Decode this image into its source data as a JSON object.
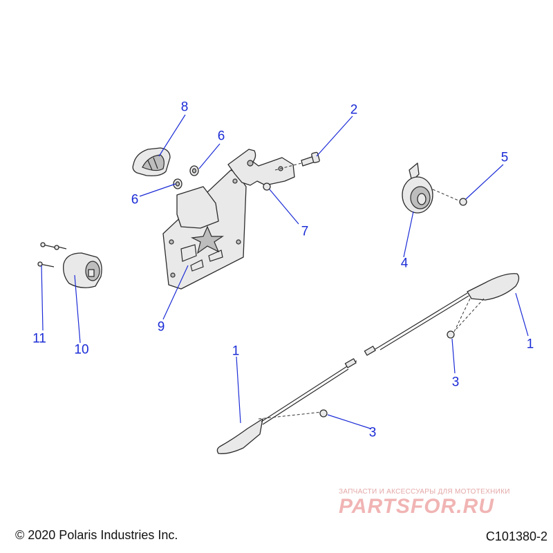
{
  "callouts": {
    "c1a": "1",
    "c1b": "1",
    "c2": "2",
    "c3a": "3",
    "c3b": "3",
    "c4": "4",
    "c5": "5",
    "c6a": "6",
    "c6b": "6",
    "c7": "7",
    "c8": "8",
    "c9": "9",
    "c10": "10",
    "c11": "11"
  },
  "footer": {
    "copyright": "© 2020 Polaris Industries Inc.",
    "diagram_code": "C101380-2"
  },
  "watermark": {
    "tagline": "ЗАПЧАСТИ И АКСЕССУАРЫ ДЛЯ МОТОТЕХНИКИ",
    "logo": "PARTSFOR.RU"
  },
  "colors": {
    "callout": "#1a2bd6",
    "part_fill": "#e9e9e9",
    "outline": "#2a2a2a",
    "watermark": "#f1b4b4"
  }
}
